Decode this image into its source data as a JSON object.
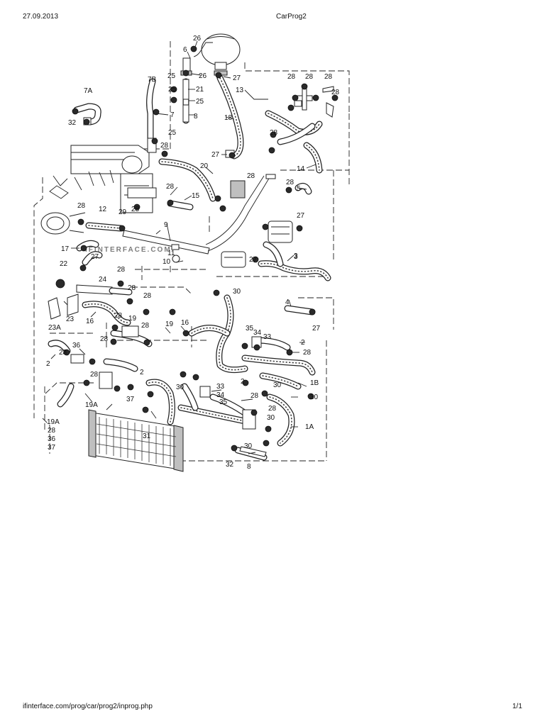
{
  "header": {
    "date": "27.09.2013",
    "title": "CarProg2"
  },
  "footer": {
    "url": "ifinterface.com/prog/car/prog2/inprog.php",
    "page": "1/1"
  },
  "diagram": {
    "watermark": "IFINTERFACE.COM",
    "labels": [
      "26",
      "6",
      "25",
      "26",
      "27",
      "7B",
      "21",
      "13",
      "28",
      "28",
      "25",
      "25",
      "7A",
      "7",
      "8",
      "32",
      "18",
      "28",
      "25",
      "28",
      "27",
      "20",
      "14",
      "28",
      "28",
      "5",
      "28",
      "15",
      "29",
      "12",
      "9",
      "17",
      "27",
      "11",
      "10",
      "22",
      "28",
      "24",
      "28",
      "28",
      "3",
      "30",
      "23",
      "23A",
      "16",
      "19",
      "19",
      "16",
      "28",
      "28",
      "28",
      "2",
      "36",
      "28",
      "28",
      "2",
      "19A",
      "37",
      "31",
      "33",
      "34",
      "35",
      "35",
      "34",
      "33",
      "28",
      "2",
      "28",
      "30",
      "30",
      "30",
      "30",
      "32",
      "8",
      "1B",
      "1A",
      "2",
      "19A",
      "28",
      "36",
      "37",
      "30",
      "28",
      "27",
      "27",
      "4",
      "27",
      "3",
      "28",
      "28",
      "28",
      "28"
    ]
  }
}
